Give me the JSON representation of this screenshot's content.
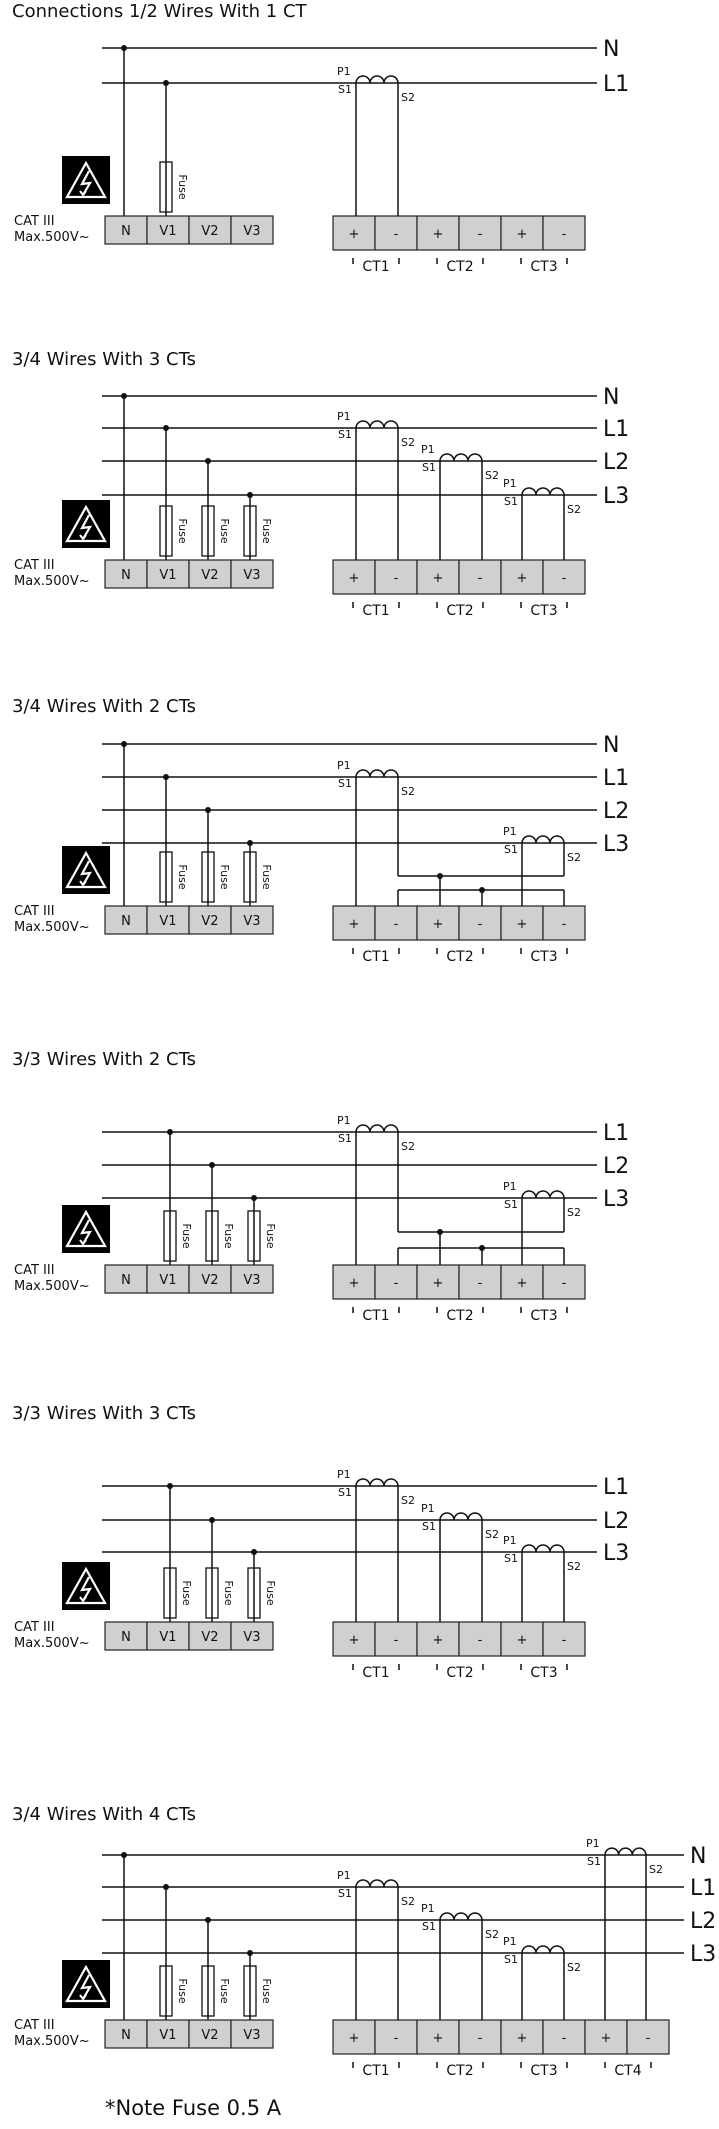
{
  "titles": [
    "Connections 1/2 Wires With 1 CT",
    "3/4 Wires With 3 CTs",
    "3/4 Wires With 2 CTs",
    "3/3 Wires With 2 CTs",
    "3/3 Wires With 3 CTs",
    "3/4 Wires With 4 CTs"
  ],
  "line_labels": {
    "n": "N",
    "l1": "L1",
    "l2": "L2",
    "l3": "L3"
  },
  "terminals": {
    "n": "N",
    "v1": "V1",
    "v2": "V2",
    "v3": "V3"
  },
  "ct_terminals": {
    "plus": "+",
    "minus": "-"
  },
  "ct_labels": [
    "CT1",
    "CT2",
    "CT3",
    "CT4"
  ],
  "ct_pins": {
    "p1": "P1",
    "s1": "S1",
    "s2": "S2"
  },
  "fuse_label": "Fuse",
  "cat_label": "CAT III",
  "max_label": "Max.500V~",
  "note": "*Note Fuse 0.5 A",
  "colors": {
    "terminal_fill": "#d0d0d0",
    "ink": "#111111"
  },
  "warning_icon": "high-voltage-warning-icon"
}
